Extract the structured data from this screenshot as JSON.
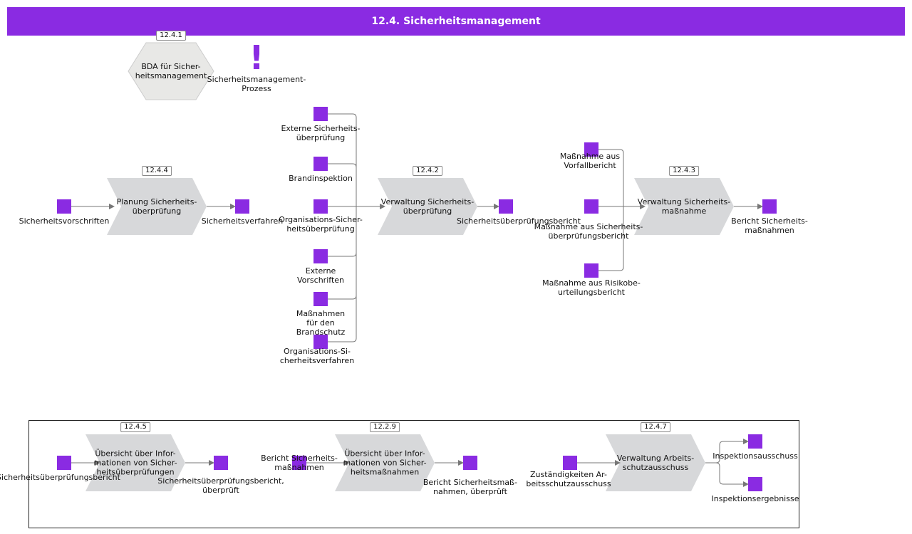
{
  "title": "12.4. Sicherheitsmanagement",
  "colors": {
    "accent": "#8a2be2",
    "process": "#d7d8da",
    "hexagon": "#e8e8e6",
    "line": "#777777"
  },
  "top": {
    "hex_tag": "12.4.1",
    "hex_label": "BDA für Sicher-\nheitsmanagement",
    "excl_glyph": "!",
    "excl_label": "Sicherheitsmanagement-\nProzess"
  },
  "row1": {
    "p1": {
      "tag": "12.4.4",
      "label": "Planung Sicherheits-\nüberprüfung"
    },
    "p2": {
      "tag": "12.4.2",
      "label": "Verwaltung Sicherheits-\nüberprüfung"
    },
    "p3": {
      "tag": "12.4.3",
      "label": "Verwaltung Sicherheits-\nmaßnahme"
    },
    "o_in1": "Sicherheitsvorschriften",
    "o_out1": "Sicherheitsverfahren",
    "inputs2": [
      "Externe Sicherheits-\nüberprüfung",
      "Brandinspektion",
      "Organisations-Sicher-\nheitsüberprüfung",
      "Externe\nVorschriften",
      "Maßnahmen\nfür den\nBrandschutz",
      "Organisations-Si-\ncherheitsverfahren"
    ],
    "o_out2": "Sicherheitsüberprüfungsbericht",
    "inputs3": [
      "Maßnahme aus\nVorfallbericht",
      "Maßnahme aus Sicherheits-\nüberprüfungsbericht",
      "Maßnahme aus Risikobe-\nurteilungsbericht"
    ],
    "o_out3": "Bericht Sicherheits-\nmaßnahmen"
  },
  "row2": {
    "p4": {
      "tag": "12.4.5",
      "label": "Übersicht über Infor-\nmationen von Sicher-\nheitsüberprüfungen"
    },
    "p5": {
      "tag": "12.2.9",
      "label": "Übersicht über Infor-\nmationen von Sicher-\nheitsmaßnahmen"
    },
    "p6": {
      "tag": "12.4.7",
      "label": "Verwaltung Arbeits-\nschutzausschuss"
    },
    "o_in4": "Sicherheitsüberprüfungsbericht",
    "o_out4": "Sicherheitsüberprüfungsbericht,\nüberprüft",
    "o_in5": "Bericht Sicherheits-\nmaßnahmen",
    "o_out5": "Bericht Sicherheitsmaß-\nnahmen, überprüft",
    "o_in6": "Zuständigkeiten Ar-\nbeitsschutzausschuss",
    "o_out6a": "Inspektionsausschuss",
    "o_out6b": "Inspektionsergebnisse"
  }
}
